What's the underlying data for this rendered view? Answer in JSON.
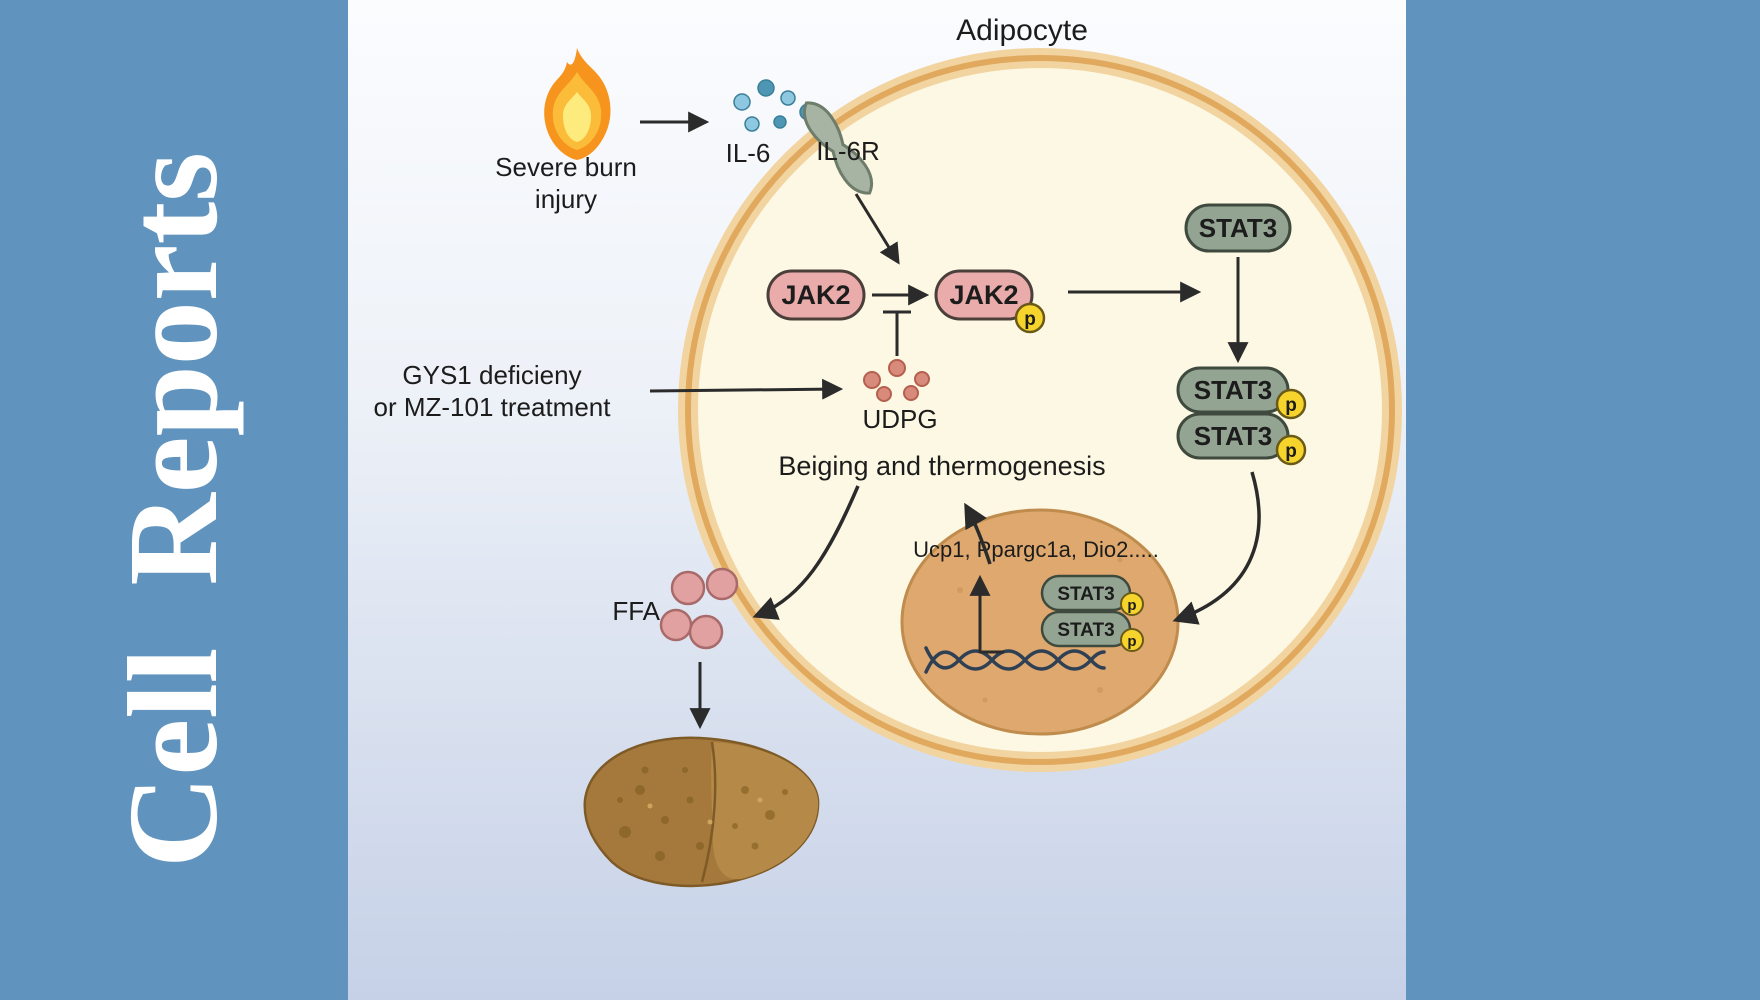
{
  "sidebar": {
    "journal": "Cell Reports"
  },
  "figure": {
    "title": "Adipocyte",
    "cause": {
      "line1": "Severe burn",
      "line2": "injury"
    },
    "ligand": "IL-6",
    "receptor": "IL-6R",
    "kinase": "JAK2",
    "phospho": "p",
    "intervention": {
      "line1": "GYS1 deficieny",
      "line2": "or MZ-101 treatment"
    },
    "metabolite": "UDPG",
    "tf": "STAT3",
    "outcome": "Beiging and thermogenesis",
    "genes": "Ucp1, Ppargc1a, Dio2.....",
    "lipid": "FFA"
  },
  "colors": {
    "sidebar_blue": "#6093bd",
    "panel_top": "#fbfcfe",
    "panel_bottom": "#c9d4e8",
    "cell_fill": "#fdf8e3",
    "membrane": "#e0a95e",
    "membrane_outer": "#f2d4a0",
    "jak2_fill": "#eaacab",
    "stat3_fill": "#94a492",
    "phospho_yellow": "#f6d42c",
    "nucleus_fill": "#dea86e",
    "il6_blue": "#7fbcd9",
    "il6_teal": "#4d97b4",
    "udpg_salmon": "#d88a7b",
    "ffa_pink": "#e2a1a1",
    "liver_brown": "#a5783c",
    "arrow": "#2b2b2b"
  }
}
